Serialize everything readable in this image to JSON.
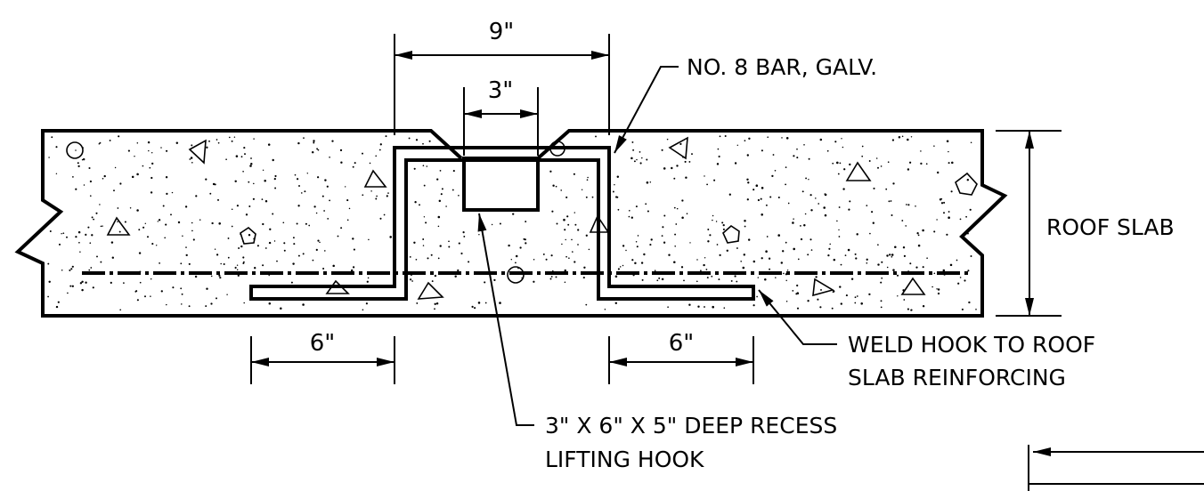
{
  "dimensions": {
    "top_overall": "9\"",
    "recess_width": "3\"",
    "left_leg": "6\"",
    "right_leg": "6\""
  },
  "callouts": {
    "bar": "NO. 8 BAR, GALV.",
    "slab": "ROOF SLAB",
    "weld_line1": "WELD HOOK TO ROOF",
    "weld_line2": "SLAB REINFORCING",
    "recess_line1": "3\" X 6\" X 5\" DEEP RECESS",
    "recess_line2": "LIFTING HOOK"
  }
}
